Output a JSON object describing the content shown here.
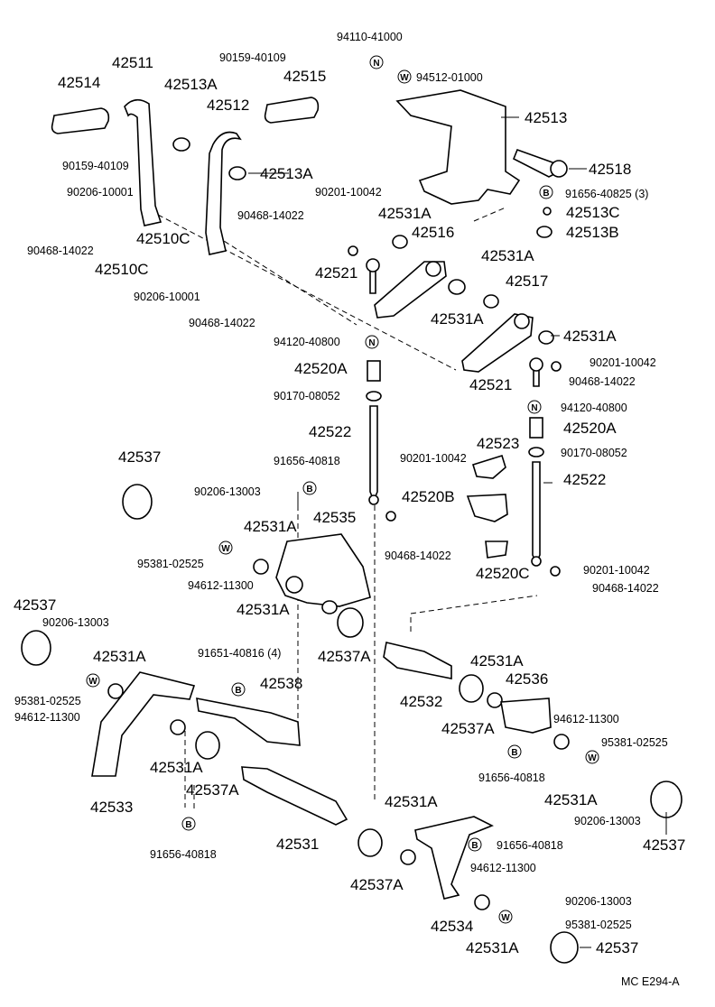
{
  "diagram": {
    "code": "MC  E294-A",
    "labels": [
      "94110-41000",
      "94512-01000",
      "42513",
      "42511",
      "90159-40109",
      "42515",
      "42514",
      "42513A",
      "42512",
      "42513A",
      "90159-40109",
      "42518",
      "91656-40825 (3)",
      "42513C",
      "42513B",
      "90206-10001",
      "90201-10042",
      "90468-14022",
      "42531A",
      "42516",
      "90468-14022",
      "42510C",
      "42510C",
      "42521",
      "42531A",
      "42531A",
      "42517",
      "90206-10001",
      "90468-14022",
      "42531A",
      "94120-40800",
      "42520A",
      "90201-10042",
      "42521",
      "90468-14022",
      "90170-08052",
      "94120-40800",
      "42520A",
      "42522",
      "90170-08052",
      "42537",
      "91656-40818",
      "90201-10042",
      "42523",
      "42522",
      "90206-13003",
      "42535",
      "42520B",
      "42531A",
      "95381-02525",
      "90468-14022",
      "42520C",
      "94612-11300",
      "90201-10042",
      "90468-14022",
      "42537",
      "90206-13003",
      "42531A",
      "42537A",
      "42531A",
      "91651-40816 (4)",
      "42531A",
      "42536",
      "95381-02525",
      "42538",
      "94612-11300",
      "42532",
      "42537A",
      "94612-11300",
      "95381-02525",
      "42531A",
      "42537A",
      "91656-40818",
      "42533",
      "42531A",
      "90206-13003",
      "42537",
      "42531A",
      "91656-40818",
      "91656-40818",
      "42531",
      "42537A",
      "94612-11300",
      "90206-13003",
      "42534",
      "95381-02525",
      "42531A",
      "42537"
    ],
    "symbols": {
      "N": "N",
      "W": "W",
      "B": "B"
    }
  }
}
